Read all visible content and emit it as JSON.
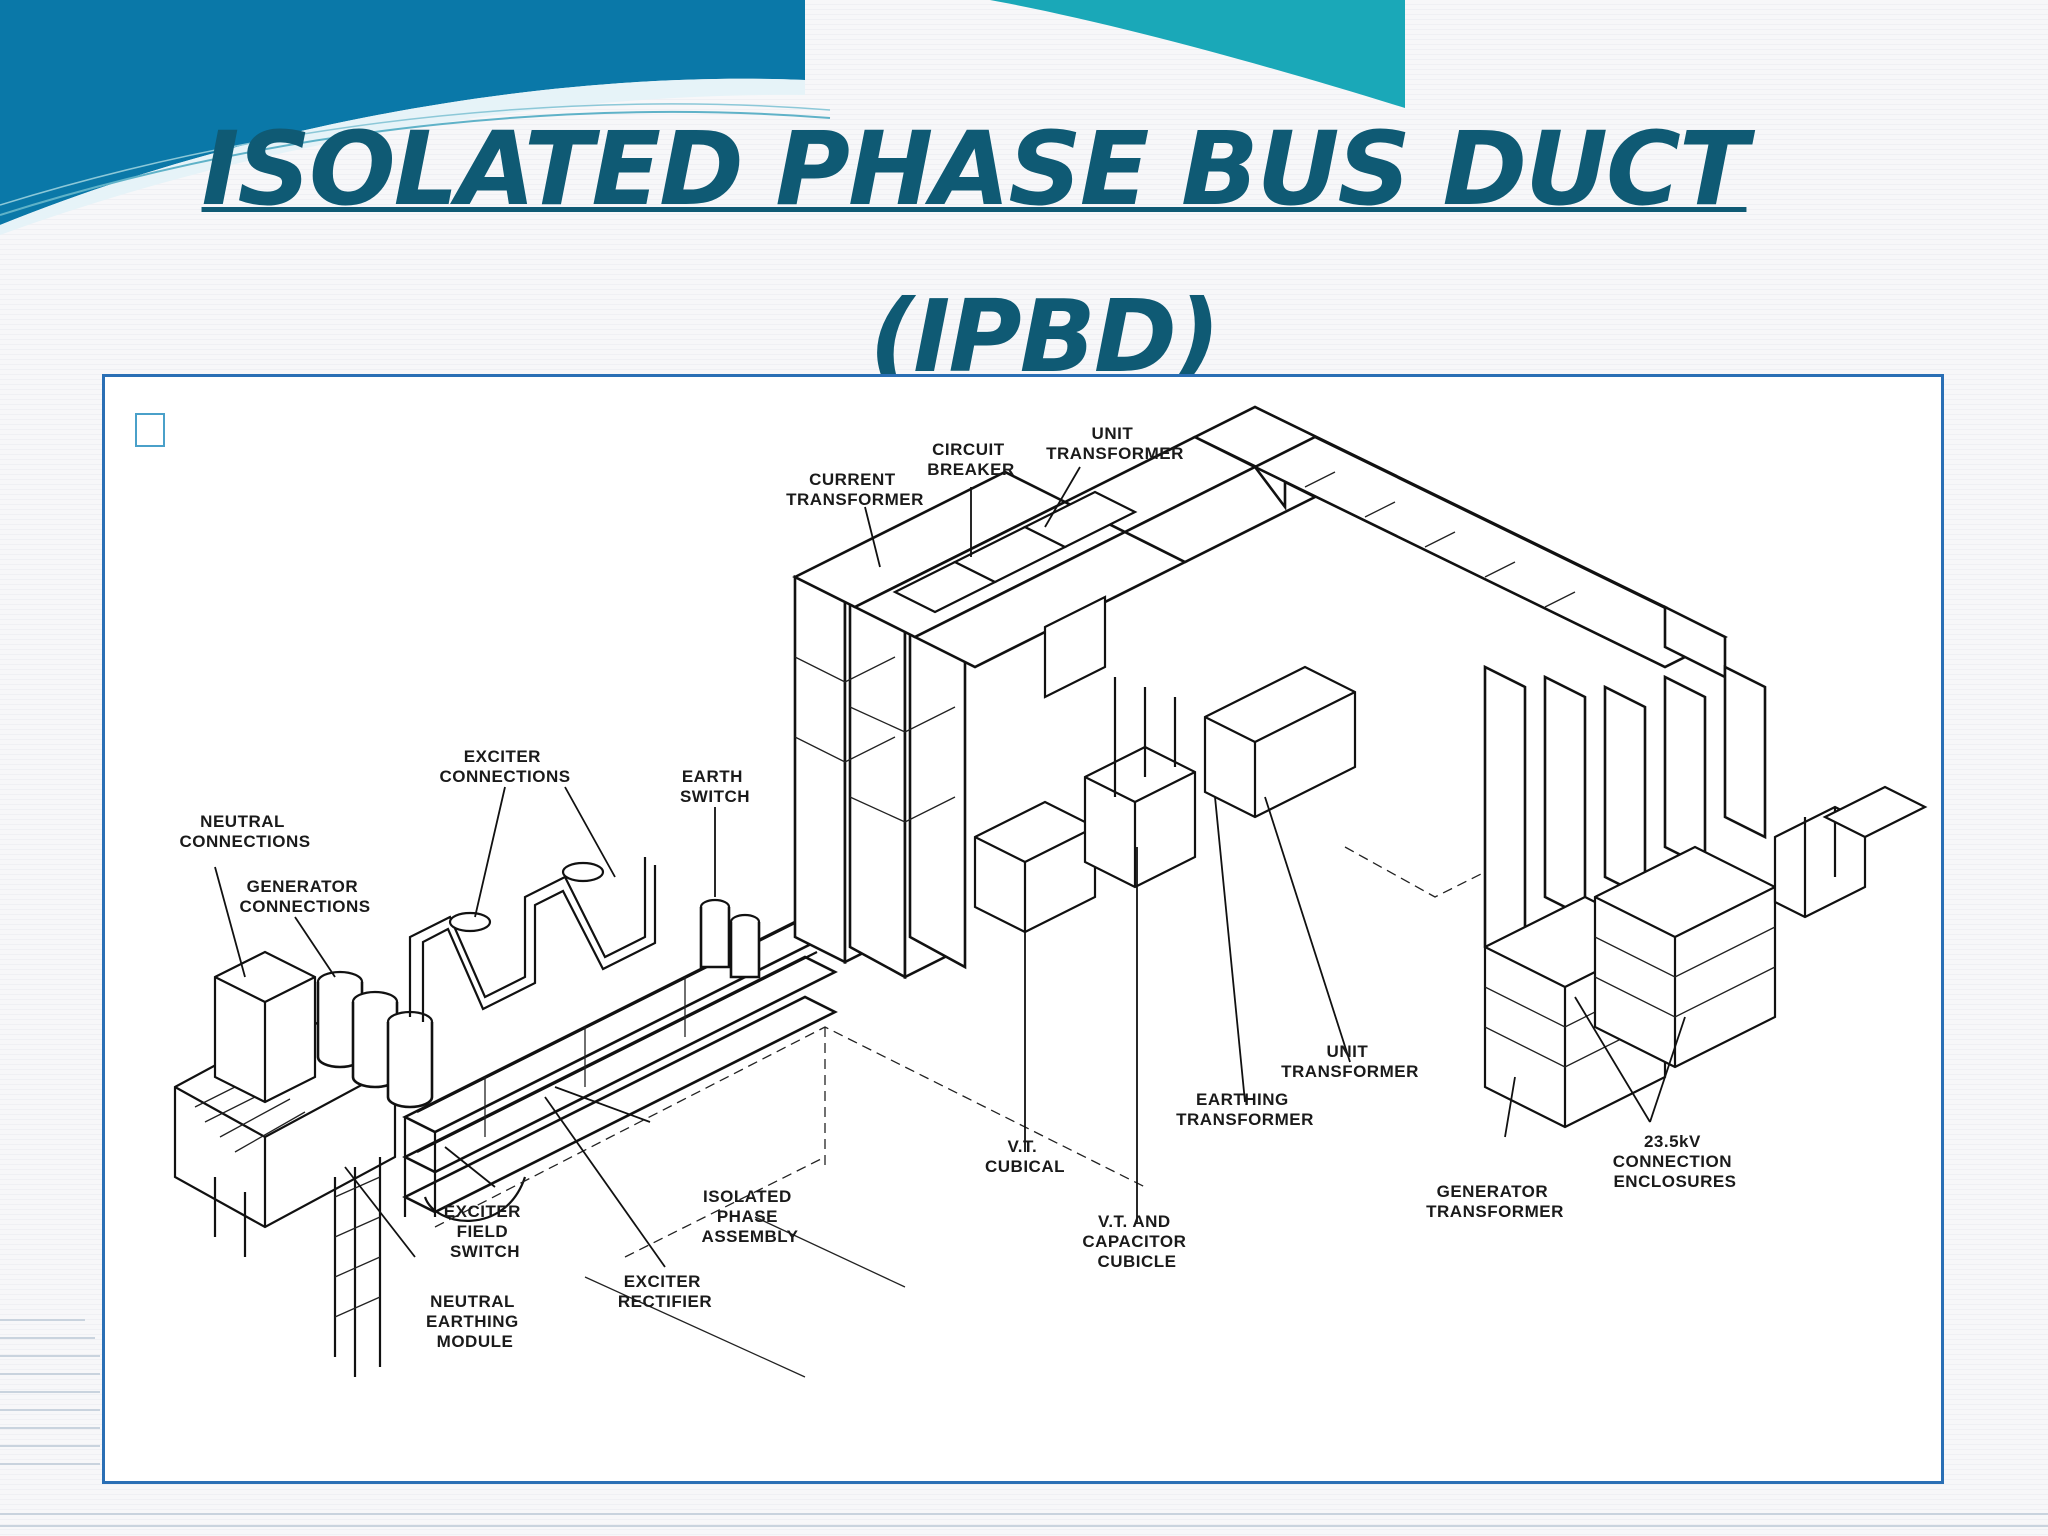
{
  "slide": {
    "title_line1": "ISOLATED PHASE BUS DUCT",
    "title_line2": "(IPBD)"
  },
  "colors": {
    "title": "#0f5a74",
    "frame_border": "#2a6fb5",
    "header_band_left": "#0a78a8",
    "header_band_right": "#1aa8b8"
  },
  "diagram": {
    "labels": {
      "current_transformer": [
        "CURRENT",
        "TRANSFORMER"
      ],
      "circuit_breaker": [
        "CIRCUIT",
        "BREAKER"
      ],
      "unit_transformer_top": [
        "UNIT",
        "TRANSFORMER"
      ],
      "exciter_connections": [
        "EXCITER",
        "CONNECTIONS"
      ],
      "earth_switch": [
        "EARTH",
        "SWITCH"
      ],
      "neutral_connections": [
        "NEUTRAL",
        "CONNECTIONS"
      ],
      "generator_connections": [
        "GENERATOR",
        "CONNECTIONS"
      ],
      "exciter_field_switch": [
        "EXCITER",
        "FIELD",
        "SWITCH"
      ],
      "neutral_earthing_module": [
        "NEUTRAL",
        "EARTHING",
        "MODULE"
      ],
      "exciter_rectifier": [
        "EXCITER",
        "RECTIFIER"
      ],
      "isolated_phase_assembly": [
        "ISOLATED",
        "PHASE",
        "ASSEMBLY"
      ],
      "vt_cubical": [
        "V.T.",
        "CUBICAL"
      ],
      "vt_capacitor_cubicle": [
        "V.T. AND",
        "CAPACITOR",
        "CUBICLE"
      ],
      "earthing_transformer": [
        "EARTHING",
        "TRANSFORMER"
      ],
      "unit_transformer_bottom": [
        "UNIT",
        "TRANSFORMER"
      ],
      "generator_transformer": [
        "GENERATOR",
        "TRANSFORMER"
      ],
      "connection_enclosures": [
        "23.5kV",
        "CONNECTION",
        "ENCLOSURES"
      ]
    }
  }
}
